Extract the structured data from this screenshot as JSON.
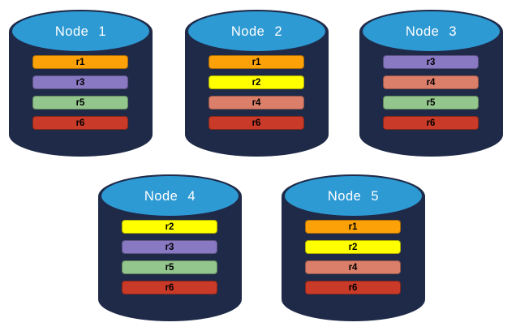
{
  "diagram": {
    "type": "database-replication-diagram",
    "colors": {
      "cylinder_body": "#1E2A48",
      "cylinder_top": "#2E9AD4",
      "node_label_text": "#FFFFFF",
      "bar_label_text": "#000000",
      "background": "#FFFFFF"
    },
    "range_colors": {
      "r1": "#FCA108",
      "r2": "#FFFF00",
      "r3": "#8879C2",
      "r4": "#DB7E6A",
      "r5": "#93C68C",
      "r6": "#C93A28"
    },
    "nodes": [
      {
        "label": "Node 1",
        "replicas": [
          "r1",
          "r3",
          "r5",
          "r6"
        ]
      },
      {
        "label": "Node 2",
        "replicas": [
          "r1",
          "r2",
          "r4",
          "r6"
        ]
      },
      {
        "label": "Node 3",
        "replicas": [
          "r3",
          "r4",
          "r5",
          "r6"
        ]
      },
      {
        "label": "Node 4",
        "replicas": [
          "r2",
          "r3",
          "r5",
          "r6"
        ]
      },
      {
        "label": "Node 5",
        "replicas": [
          "r1",
          "r2",
          "r4",
          "r6"
        ]
      }
    ]
  }
}
